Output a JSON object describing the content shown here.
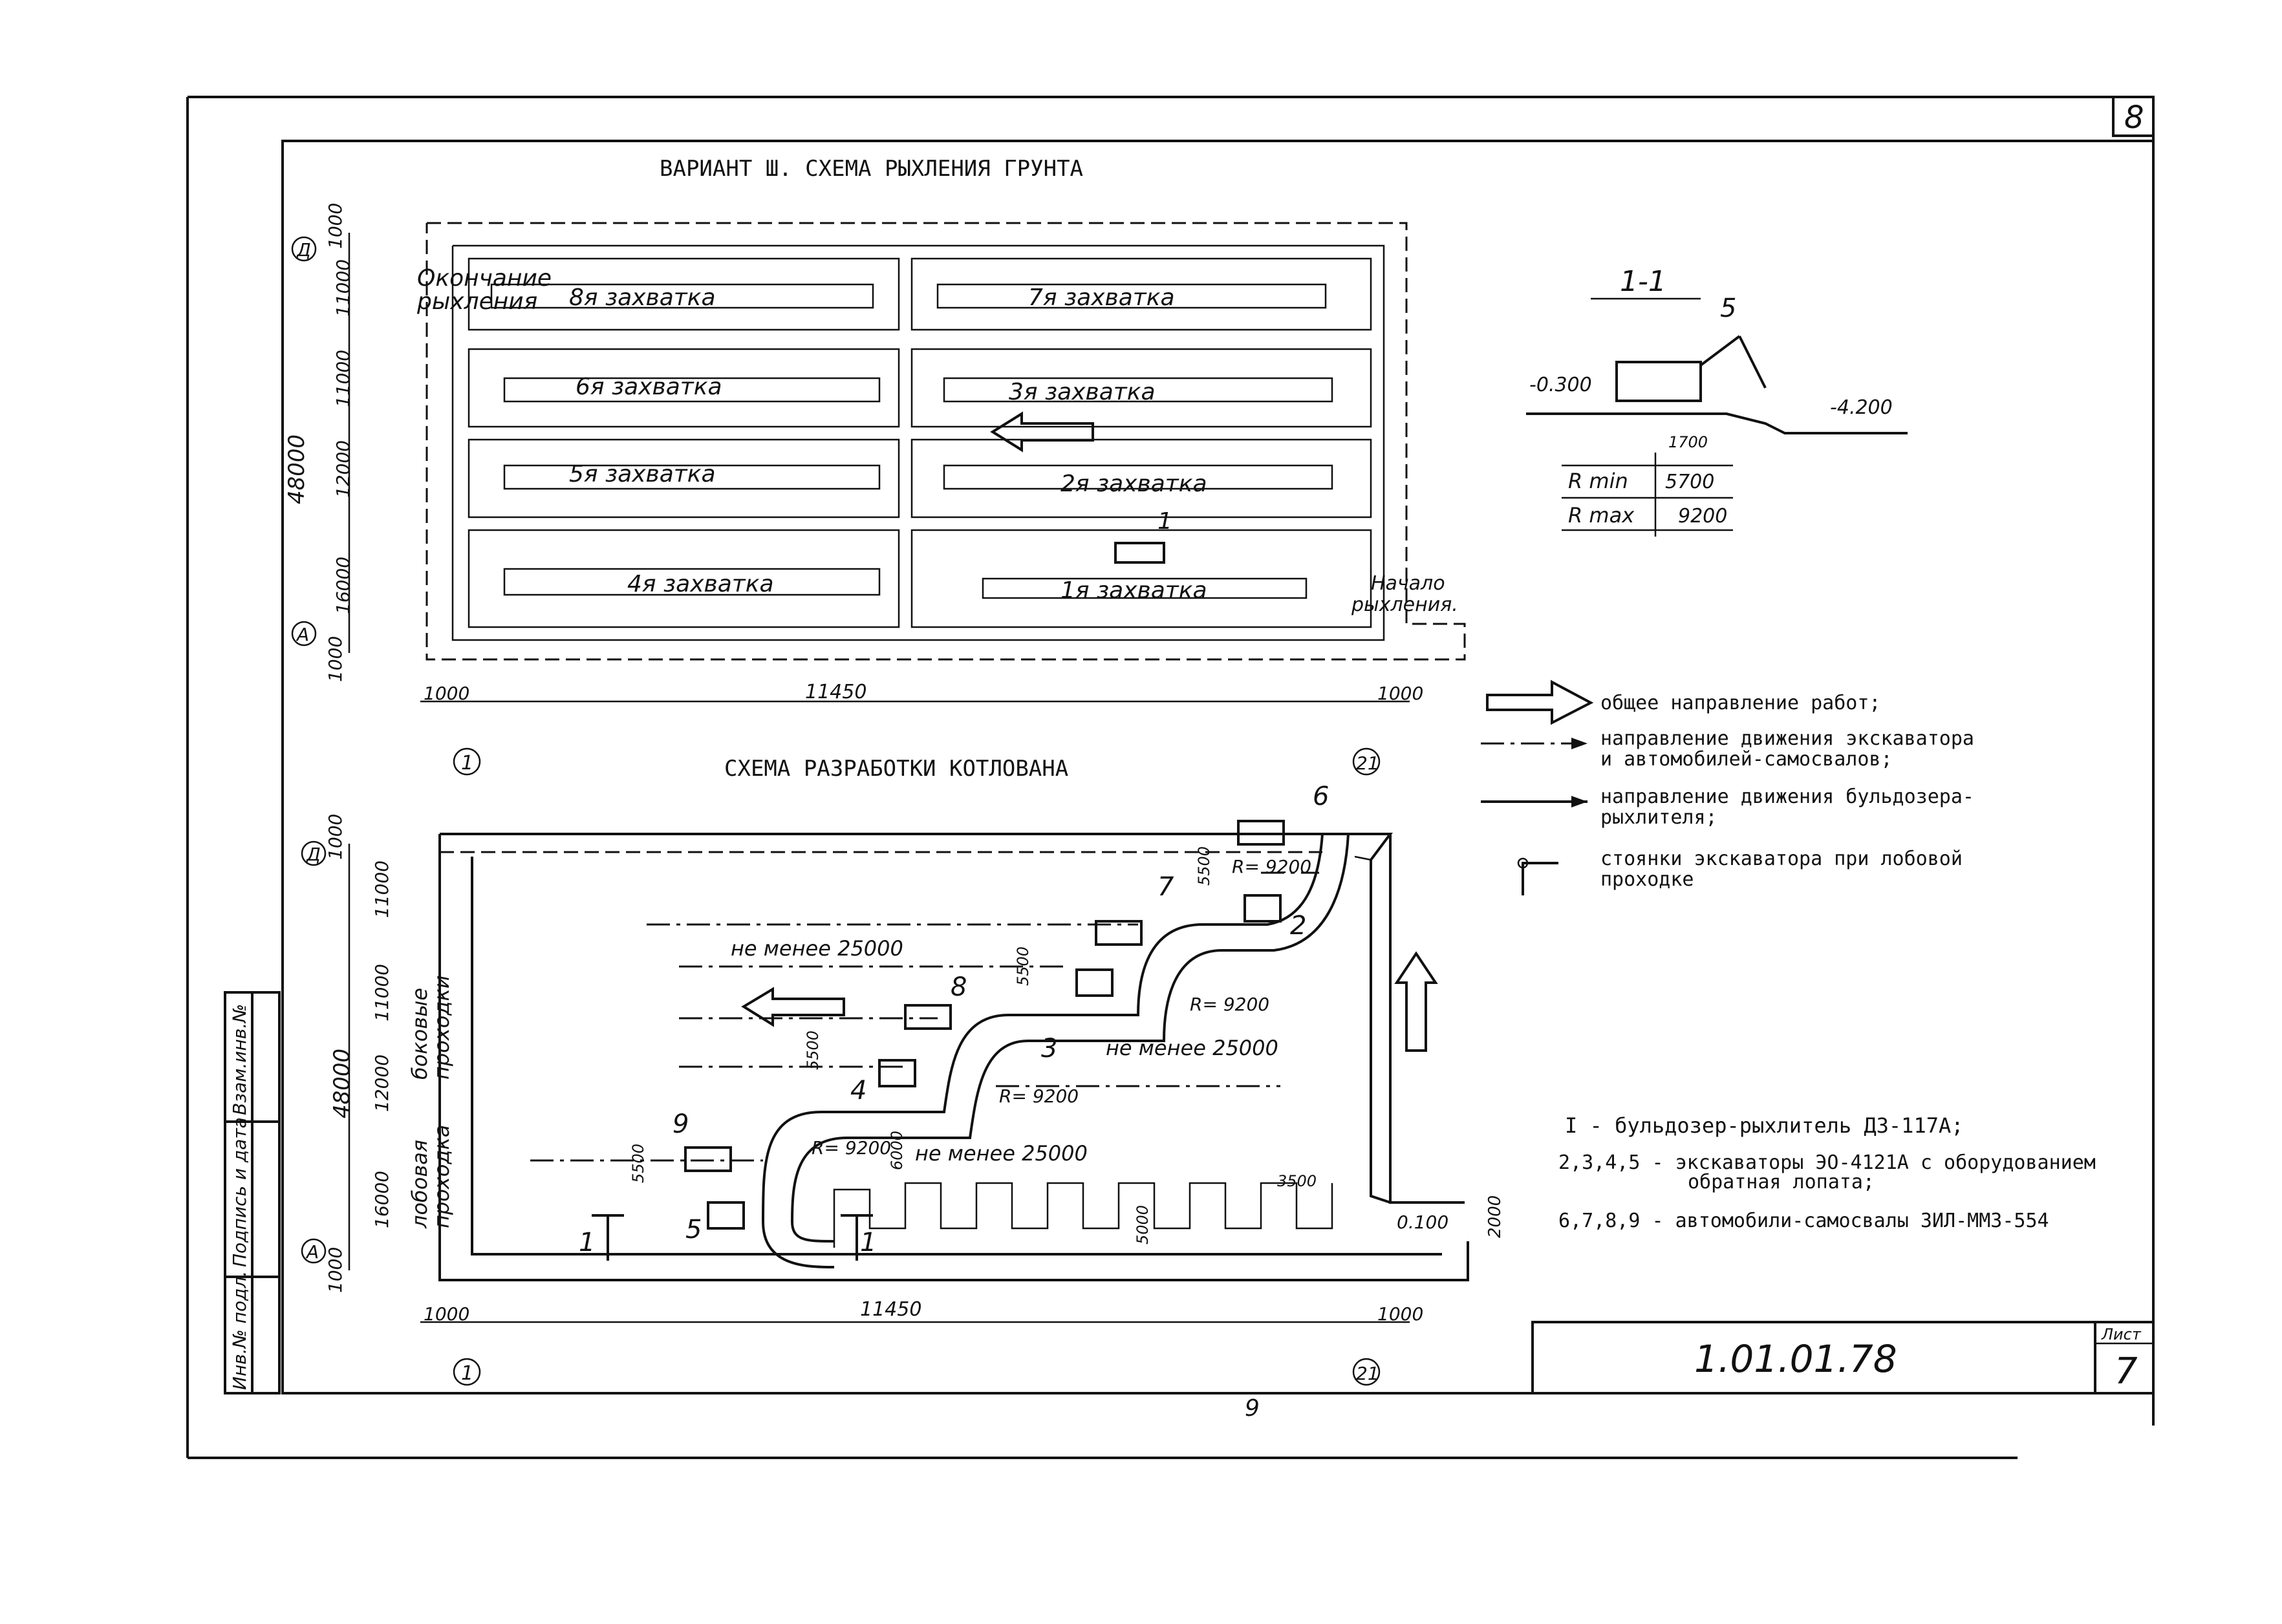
{
  "sheet_corner_number": "8",
  "page_number": "9",
  "title_block": {
    "code": "1.01.01.78",
    "sheet_label": "Лист",
    "sheet_number": "7"
  },
  "left_stamp": [
    "Инв.№ подл.",
    "Подпись и дата",
    "Взам.инв.№"
  ],
  "plan1": {
    "title": "ВАРИАНТ Ш. СХЕМА РЫХЛЕНИЯ ГРУНТА",
    "end_label": [
      "Окончание",
      "рыхления"
    ],
    "start_label": [
      "Начало",
      "рыхления."
    ],
    "passes": [
      "8я захватка",
      "7я захватка",
      "6я захватка",
      "3я захватка",
      "5я захватка",
      "2я захватка",
      "4я захватка",
      "1я захватка"
    ],
    "bulldozer_num": "1",
    "left_dims": [
      "1000",
      "11000",
      "11000",
      "12000",
      "16000",
      "1000"
    ],
    "total_height": "48000",
    "bottom_dims": [
      "1000",
      "11450",
      "1000"
    ],
    "axes": {
      "top": "Д",
      "bottom": "А",
      "left": "1",
      "right": "21"
    }
  },
  "section": {
    "title": "1-1",
    "machine_num": "5",
    "level_left": "-0.300",
    "level_right": "-4.200",
    "dim_small": "1700",
    "rmin_label": "R min",
    "rmin_value": "5700",
    "rmax_label": "R max",
    "rmax_value": "9200"
  },
  "legend": [
    {
      "symbol": "big-arrow",
      "text": [
        "общее направление работ;"
      ]
    },
    {
      "symbol": "dash-dot-arrow",
      "text": [
        "направление движения экскаватора",
        "и автомобилей-самосвалов;"
      ]
    },
    {
      "symbol": "solid-arrow",
      "text": [
        "направление движения бульдозера-",
        "рыхлителя;"
      ]
    },
    {
      "symbol": "station",
      "text": [
        "стоянки экскаватора при лобовой",
        "проходке"
      ]
    }
  ],
  "plan2": {
    "title": "СХЕМА РАЗРАБОТКИ КОТЛОВАНА",
    "nums": [
      "6",
      "7",
      "2",
      "8",
      "3",
      "4",
      "9",
      "5",
      "1",
      "1"
    ],
    "not_less": "не менее 25000",
    "radius": "R= 9200",
    "dims_5500": "5500",
    "dim_6000": "6000",
    "dim_3500": "3500",
    "dim_5000": "5000",
    "level": "0.100",
    "dim_2000": "2000",
    "side_label": [
      "боковые",
      "проходки"
    ],
    "front_label": [
      "лобовая",
      "проходка"
    ],
    "left_dims": [
      "1000",
      "11000",
      "11000",
      "12000",
      "16000",
      "1000"
    ],
    "total_height": "48000",
    "bottom_dims": [
      "1000",
      "11450",
      "1000"
    ],
    "axes": {
      "top": "Д",
      "bottom": "А",
      "left": "1",
      "right": "21"
    }
  },
  "machines_list": [
    "I - бульдозер-рыхлитель ДЗ-117А;",
    "2,3,4,5 - экскаваторы ЭО-4121А с оборудованием",
    "обратная лопата;",
    "6,7,8,9 - автомобили-самосвалы ЗИЛ-ММЗ-554"
  ]
}
